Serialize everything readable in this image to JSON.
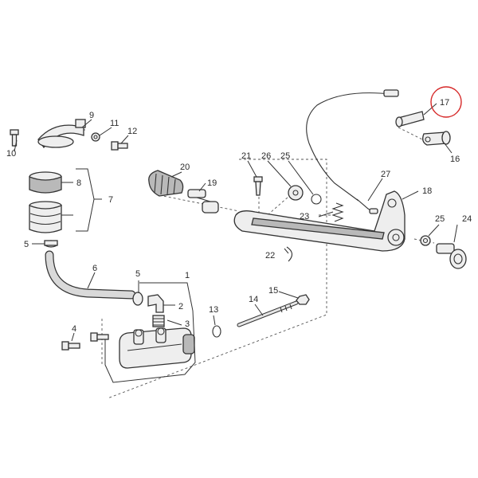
{
  "diagram": {
    "highlight_color": "#d62828",
    "line_color": "#333333",
    "part_labels": {
      "p1": "1",
      "p2": "2",
      "p3": "3",
      "p4": "4",
      "p5a": "5",
      "p5b": "5",
      "p6": "6",
      "p7": "7",
      "p8": "8",
      "p9": "9",
      "p10": "10",
      "p11": "11",
      "p12": "12",
      "p13": "13",
      "p14": "14",
      "p15": "15",
      "p16": "16",
      "p17": "17",
      "p18": "18",
      "p19": "19",
      "p20": "20",
      "p21": "21",
      "p22": "22",
      "p23": "23",
      "p25a": "25",
      "p25b": "25",
      "p26": "26",
      "p27": "27"
    }
  }
}
